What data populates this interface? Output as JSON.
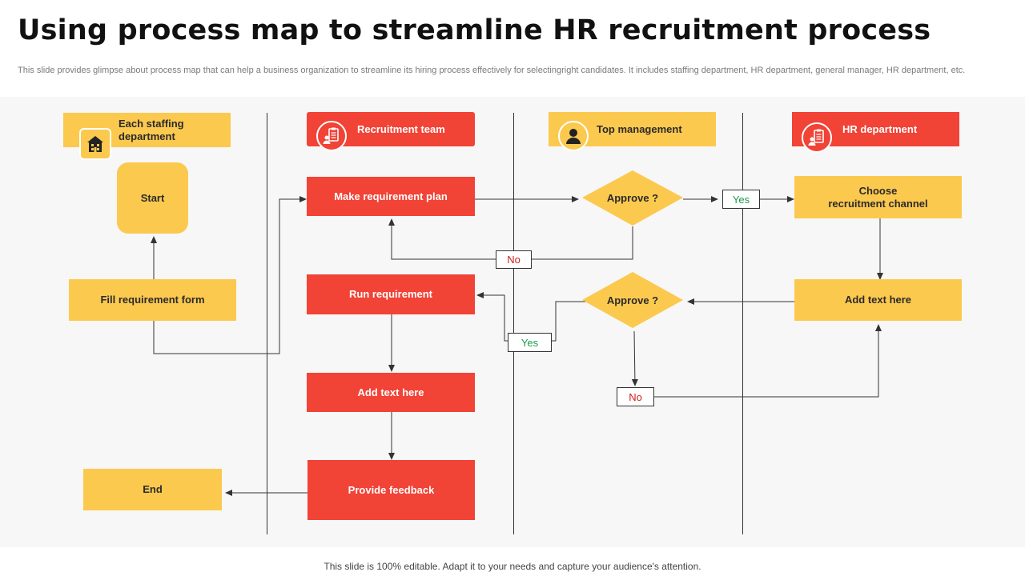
{
  "title": "Using process map to streamline HR recruitment process",
  "subtitle": "This slide provides glimpse about process map that can help a business organization to streamline its hiring process effectively for selectingright candidates. It includes staffing department, HR department, general manager, HR department, etc.",
  "footer": "This slide is 100% editable. Adapt it to your needs and capture your audience's attention.",
  "colors": {
    "red": "#f14336",
    "yellow": "#fcc94f",
    "panel": "#f7f7f7"
  },
  "lanes": [
    {
      "label": "Each staffing department",
      "label_line1": "Each staffing",
      "label_line2": "department",
      "icon": "building-icon"
    },
    {
      "label": "Recruitment team",
      "icon": "clipboard-person-icon"
    },
    {
      "label": "Top management",
      "icon": "user-icon"
    },
    {
      "label": "HR department",
      "icon": "clipboard-person-icon"
    }
  ],
  "nodes": {
    "start": "Start",
    "fill_form": "Fill requirement form",
    "end": "End",
    "make_plan": "Make requirement plan",
    "run_requirement": "Run  requirement",
    "add_text_1": "Add text here",
    "provide_feedback": "Provide feedback",
    "approve_1": "Approve ?",
    "approve_2": "Approve ?",
    "choose_line1": "Choose",
    "choose_line2": "recruitment channel",
    "add_text_2": "Add text here"
  },
  "labels": {
    "yes": "Yes",
    "no": "No"
  }
}
